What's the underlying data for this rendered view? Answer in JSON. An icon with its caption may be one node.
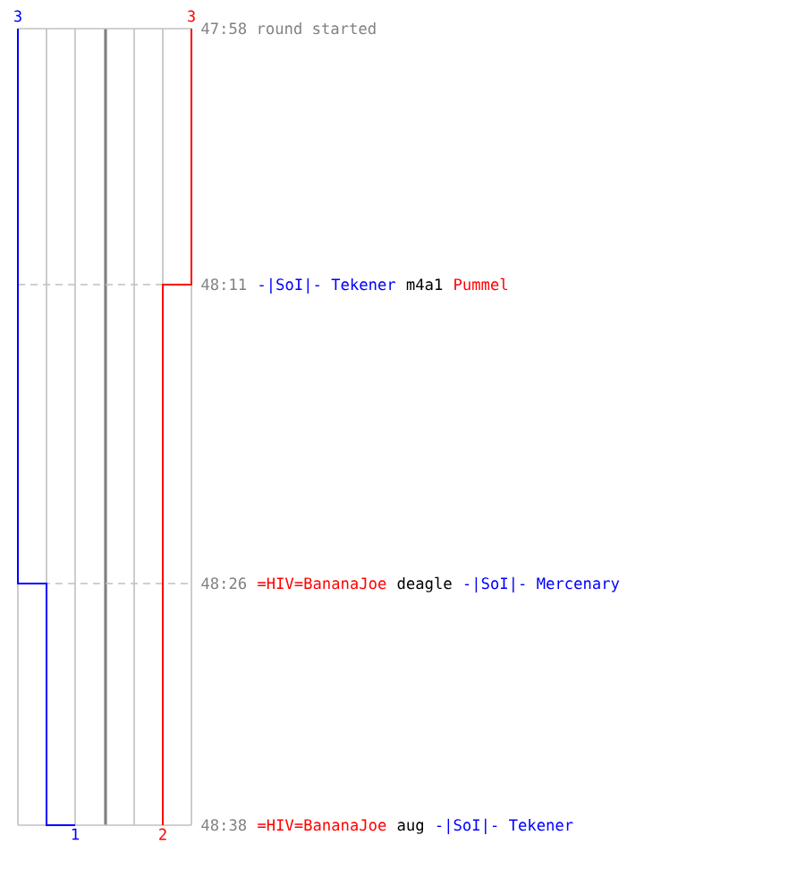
{
  "diagram": {
    "labels": [
      "3",
      "3",
      "47:58 round started",
      "48:11",
      "-|SoI|- Tekener",
      "m4a1",
      "Pummel",
      "48:26",
      "=HIV=BananaJoe",
      "deagle",
      "-|SoI|- Mercenary",
      "1",
      "2",
      "48:38",
      "=HIV=BananaJoe",
      "aug",
      "-|SoI|- Tekener"
    ]
  }
}
